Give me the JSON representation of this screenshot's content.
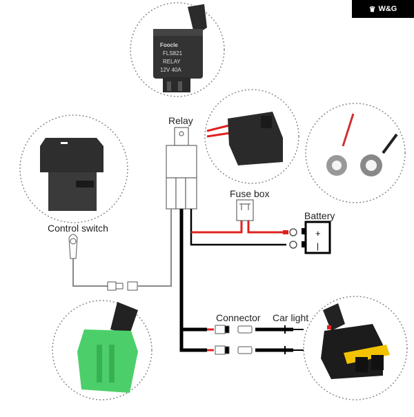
{
  "brand": {
    "logo_icon": "crown-logo-icon",
    "name": "W&G"
  },
  "labels": {
    "relay": "Relay",
    "fuse_box": "Fuse box",
    "battery": "Battery",
    "control_switch": "Control switch",
    "connector": "Connector",
    "car_light": "Car light"
  },
  "relay_photo": {
    "brand": "Foocle",
    "model": "FLS821",
    "type": "RELAY",
    "rating": "12V 40A"
  },
  "battery": {
    "positive": "+",
    "negative": "|"
  },
  "colors": {
    "wire_positive": "#e02020",
    "wire_ground": "#000000",
    "wire_signal": "#888888",
    "connector_green": "#4ccf6a",
    "seal_yellow": "#f2c200",
    "dashed_circle": "#888888"
  }
}
